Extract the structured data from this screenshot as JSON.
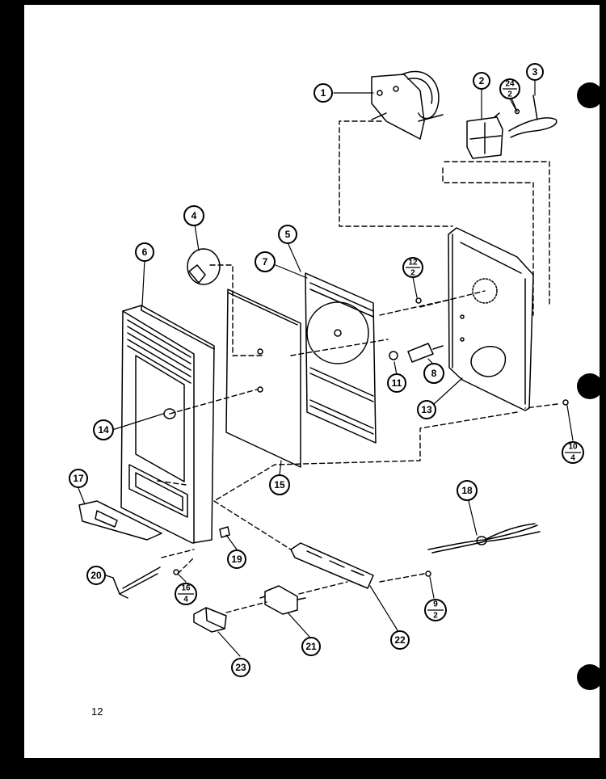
{
  "page_number": "12",
  "callouts": [
    "1",
    "2",
    "3",
    "4",
    "5",
    "6",
    "7",
    "8",
    "11",
    "13",
    "14",
    "15",
    "17",
    "18",
    "19",
    "20",
    "21",
    "22",
    "23"
  ],
  "fraction_callouts": [
    {
      "num": "24",
      "den": "2"
    },
    {
      "num": "12",
      "den": "2"
    },
    {
      "num": "10",
      "den": "4"
    },
    {
      "num": "16",
      "den": "4"
    },
    {
      "num": "9",
      "den": "2"
    }
  ],
  "colors": {
    "ink": "#000000",
    "paper": "#ffffff"
  }
}
